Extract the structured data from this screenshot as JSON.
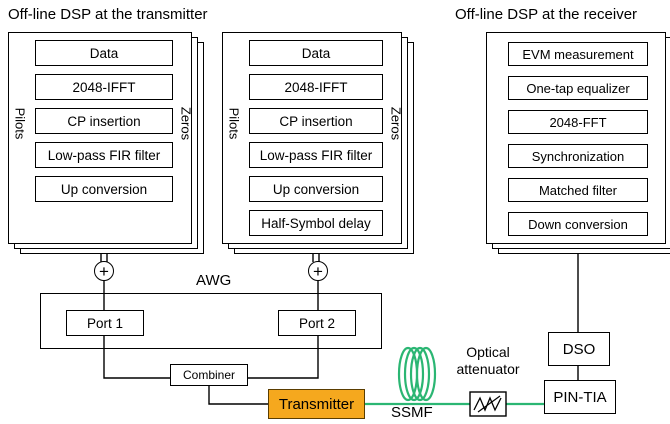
{
  "tx_title": "Off-line DSP at the transmitter",
  "rx_title": "Off-line DSP at the receiver",
  "tx_chain1": [
    "Data",
    "2048-IFFT",
    "CP insertion",
    "Low-pass FIR filter",
    "Up conversion"
  ],
  "tx_chain2": [
    "Data",
    "2048-IFFT",
    "CP insertion",
    "Low-pass FIR filter",
    "Up conversion",
    "Half-Symbol delay"
  ],
  "rx_chain": [
    "EVM measurement",
    "One-tap equalizer",
    "2048-FFT",
    "Synchronization",
    "Matched filter",
    "Down conversion"
  ],
  "side_labels": {
    "pilots": "Pilots",
    "zeros": "Zeros"
  },
  "adder_symbol": "+",
  "awg": {
    "label": "AWG",
    "port1": "Port 1",
    "port2": "Port 2"
  },
  "combiner": "Combiner",
  "transmitter": "Transmitter",
  "fiber": "SSMF",
  "attenuator": "Optical\nattenuator",
  "dso": "DSO",
  "receiver": "PIN-TIA",
  "colors": {
    "transmitter_fill": "#f5a81e",
    "fiber": "#2bb673"
  }
}
